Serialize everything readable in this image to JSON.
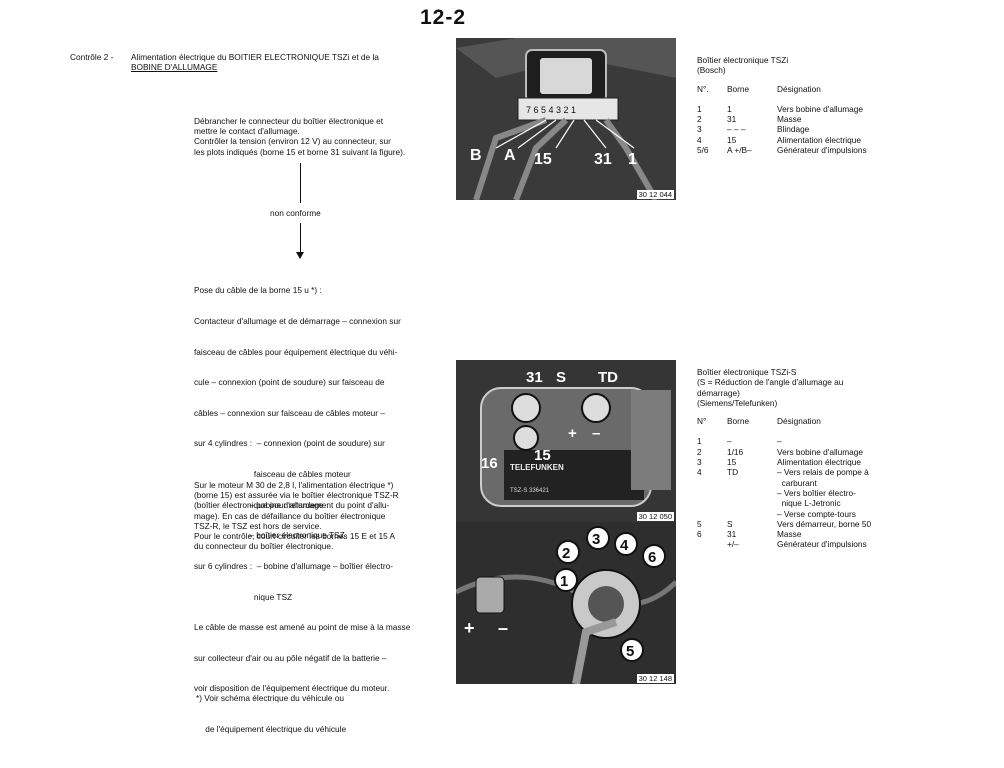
{
  "page_number": "12-2",
  "control": {
    "label": "Contrôle 2 -",
    "title_line1": "Alimentation électrique du BOITIER ELECTRONIQUE TSZi et de la",
    "title_line2": "BOBINE D'ALLUMAGE"
  },
  "instructions": [
    "Débrancher le connecteur du boîtier électronique et",
    "mettre le contact d'allumage.",
    "Contrôler la tension (environ 12 V) au connecteur, sur",
    "les plots indiqués (borne 15 et borne 31 suivant la figure)."
  ],
  "flow_label": "non conforme",
  "repair": [
    "Pose du câble de la borne 15 u *) :",
    "Contacteur d'allumage et de démarrage – connexion sur",
    "faisceau de câbles pour équipement électrique du véhi-",
    "cule – connexion (point de soudure) sur faisceau de",
    "câbles – connexion sur faisceau de câbles moteur –",
    "sur 4 cylindres :  – connexion (point de soudure) sur",
    "                          faisceau de câbles moteur",
    "                        – bobine d'allumage",
    "                        – boîtier électronique TSZ",
    "sur 6 cylindres :  – bobine d'allumage – boîtier électro-",
    "                          nique TSZ",
    "Le câble de masse est amené au point de mise à la masse",
    "sur collecteur d'air ou au pôle négatif de la batterie –",
    "voir disposition de l'équipement électrique du moteur."
  ],
  "m30_note": [
    "Sur le moteur M 30 de 2,8 l, l'alimentation électrique *)",
    "(borne 15) est assurée via le boîtier électronique TSZ-R",
    "(boîtier électronique pour retardement du point d'allu-",
    "mage). En cas de défaillance du boîtier électronique",
    "TSZ-R, le TSZ est hors de service.",
    "Pour le contrôle, court-circuiter les bornes 15 E et 15 A",
    "du connecteur du boîtier électronique."
  ],
  "footnote": [
    "*) Voir schéma électrique du véhicule ou",
    "    de l'équipement électrique du véhicule"
  ],
  "photos": {
    "photo1": {
      "code": "30 12 044",
      "labels": [
        "B",
        "A",
        "15",
        "31",
        "1"
      ],
      "connector_pins": "7 6 5 4 3 2 1"
    },
    "photo2": {
      "code": "30 12 050",
      "labels": [
        "31",
        "S",
        "TD",
        "15",
        "16",
        "+",
        "–"
      ],
      "brand": "TELEFUNKEN",
      "part": "TSZ-S   336421"
    },
    "photo3": {
      "code": "30 12 148",
      "labels": [
        "1",
        "2",
        "3",
        "4",
        "5",
        "6",
        "+",
        "–"
      ]
    }
  },
  "table1": {
    "title": [
      "Boîtier électronique TSZi",
      "(Bosch)"
    ],
    "headers": [
      "N°.",
      "Borne",
      "Désignation"
    ],
    "rows": [
      [
        "1",
        "1",
        "Vers bobine d'allumage"
      ],
      [
        "2",
        "31",
        "Masse"
      ],
      [
        "3",
        "– – –",
        "Blindage"
      ],
      [
        "4",
        "15",
        "Alimentation électrique"
      ],
      [
        "5/6",
        "A +/B–",
        "Générateur d'impulsions"
      ]
    ]
  },
  "table2": {
    "title": [
      "Boîtier électronique TSZi-S",
      "(S = Réduction de l'angle d'allumage au",
      "démarrage)",
      "(Siemens/Telefunken)"
    ],
    "headers": [
      "N°",
      "Borne",
      "Désignation"
    ],
    "rows": [
      [
        "1",
        "–",
        "–"
      ],
      [
        "2",
        "1/16",
        "Vers bobine d'allumage"
      ],
      [
        "3",
        "15",
        "Alimentation électrique"
      ],
      [
        "4",
        "TD",
        "– Vers relais de pompe à"
      ],
      [
        "",
        "",
        "  carburant"
      ],
      [
        "",
        "",
        "– Vers boîtier électro-"
      ],
      [
        "",
        "",
        "  nique L-Jetronic"
      ],
      [
        "",
        "",
        "– Verse compte-tours"
      ],
      [
        "5",
        "S",
        "Vers démarreur, borne 50"
      ],
      [
        "6",
        "31",
        "Masse"
      ],
      [
        "",
        "+/–",
        "Générateur d'impulsions"
      ]
    ]
  }
}
